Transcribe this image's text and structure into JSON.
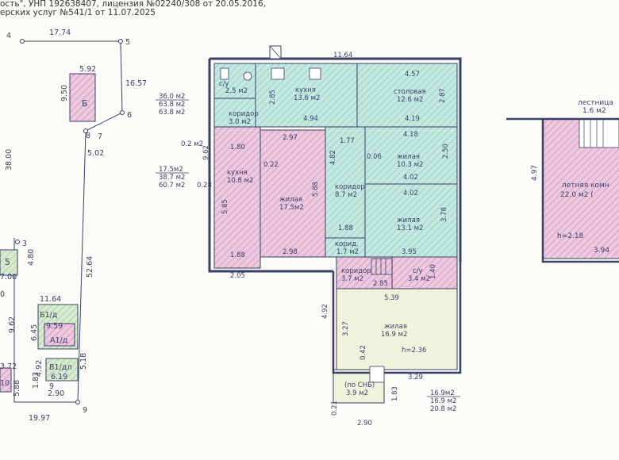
{
  "header": {
    "line1": "ость\", УНП 192638407, лицензия №02240/308 от 20.05.2016,",
    "line2": "ерских услуг №541/1 от 11.07.2025"
  },
  "site_plan": {
    "points": [
      "4",
      "5",
      "6",
      "7",
      "8",
      "3",
      "9"
    ],
    "dimensions": [
      "17.74",
      "5.92",
      "9.50",
      "16.57",
      "38.00",
      "5.02",
      "4.80",
      "52.64",
      "11.64",
      "9.62",
      "9.59",
      "6.45",
      "4.92",
      "6.19",
      "1.83",
      "5.18",
      "5.88",
      "2.90",
      "19.97",
      "3.72",
      "7.00"
    ],
    "labels": [
      "Б",
      "Б1/д",
      "А1/д",
      "В1/дл",
      "9",
      "10",
      "5",
      "0"
    ]
  },
  "floor_plan": {
    "dimensions": [
      "11.64",
      "4.57",
      "2.85",
      "2.87",
      "4.94",
      "4.19",
      "2.97",
      "4.18",
      "1.77",
      "0.22",
      "4.82",
      "0.06",
      "2.50",
      "5.88",
      "4.02",
      "4.02",
      "3.78",
      "1.80",
      "1.88",
      "1.88",
      "2.98",
      "3.95",
      "2.05",
      "2.85",
      "1.40",
      "4.92",
      "5.39",
      "3.27",
      "0.42",
      "3.29",
      "1.83",
      "0.21",
      "2.90",
      "9.62",
      "0.28",
      "5.85",
      "0.2 м2",
      "h=2.36"
    ],
    "rooms": [
      {
        "name": "кухня",
        "area": "13.6 м2"
      },
      {
        "name": "столовая",
        "area": "12.6 м2"
      },
      {
        "name": "коридор",
        "area": "3.0 м2"
      },
      {
        "name": "с/у",
        "area": "2.5 м2"
      },
      {
        "name": "кухня",
        "area": "10.8 м2"
      },
      {
        "name": "жилая",
        "area": "17.5м2"
      },
      {
        "name": "коридор",
        "area": "8.7 м2"
      },
      {
        "name": "жилая",
        "area": "10.3 м2"
      },
      {
        "name": "жилая",
        "area": "13.1 м2"
      },
      {
        "name": "корид.",
        "area": "1.7 м2"
      },
      {
        "name": "коридор",
        "area": "3.7 м2"
      },
      {
        "name": "с/у",
        "area": "3.4 м2"
      },
      {
        "name": "жилая",
        "area": "16.9 м2"
      },
      {
        "name": "(по СНБ)",
        "area": "3.9 м2"
      }
    ],
    "area_notes_top": [
      "36.0 м2",
      "63.8 м2",
      "63.8 м2"
    ],
    "area_notes_mid": [
      "17.5м2",
      "38.7 м2",
      "60.7 м2"
    ],
    "area_notes_bottom": [
      "16.9м2",
      "16.9 м2",
      "20.8 м2"
    ]
  },
  "attic_plan": {
    "stair_label": "лестница",
    "stair_area": "1.6 м2",
    "room_name": "летняя комн",
    "room_area": "22.0 м2 (",
    "dimensions": [
      "4.97",
      "h=2.18",
      "3.94"
    ]
  },
  "colors": {
    "ink": "#3b3f6a",
    "teal_fill": "#bfe6de",
    "teal_hatch": "#7fc8bb",
    "pink_fill": "#e9c4dc",
    "pink_hatch": "#c98bb7",
    "yellow_fill": "#f4f4dc"
  }
}
